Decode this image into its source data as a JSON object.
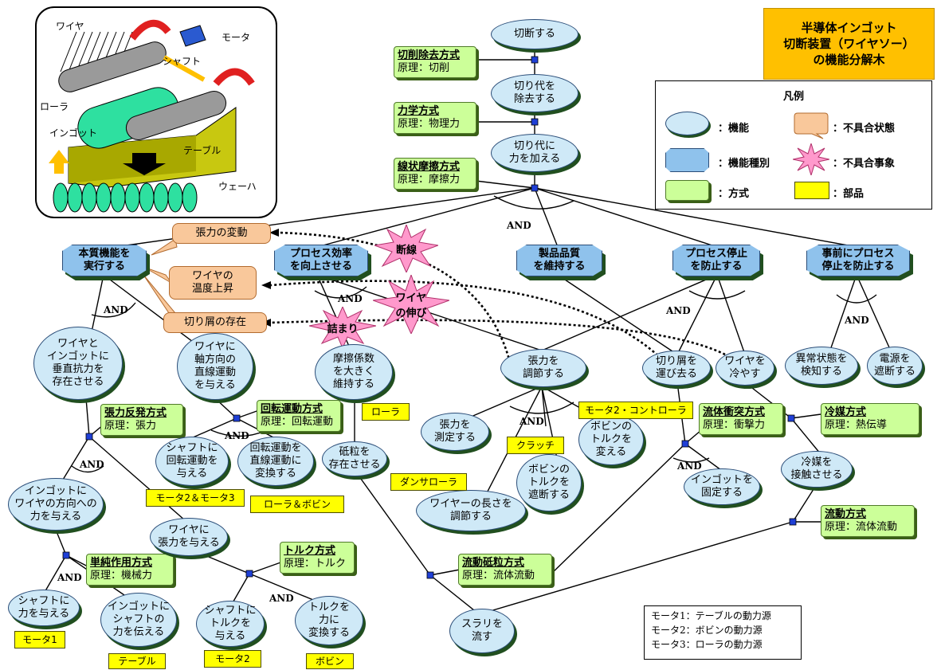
{
  "title": {
    "line1": "半導体インゴット",
    "line2": "切断装置（ワイヤソー）",
    "line3": "の機能分解木"
  },
  "legend": {
    "title": "凡例",
    "function": "：機能",
    "function_type": "：機能種別",
    "method": "：方式",
    "trouble_state": "：不具合状態",
    "trouble_event": "：不具合事象",
    "part": "：部品"
  },
  "illustration": {
    "wire": "ワイヤ",
    "motor": "モータ",
    "shaft": "シャフト",
    "roller": "ローラ",
    "ingot": "インゴット",
    "table": "テーブル",
    "wafer": "ウェーハ"
  },
  "and_label": "AND",
  "functions": {
    "cut": "切断する",
    "remove": "切り代を\n除去する",
    "apply_force": "切り代に\n力を加える",
    "vertical_drag": "ワイヤと\nインゴットに\n垂直抗力を\n存在させる",
    "axial_motion": "ワイヤに\n軸方向の\n直線運動\nを与える",
    "friction": "摩擦係数\nを大きく\n維持する",
    "tension_adjust": "張力を\n調節する",
    "chip_remove": "切り屑を\n運び去る",
    "wire_cool": "ワイヤを\n冷やす",
    "detect_abnormal": "異常状態を\n検知する",
    "cut_power": "電源を\n遮断する",
    "shaft_rotation": "シャフトに\n回転運動を\n与える",
    "convert_motion": "回転運動を\n直線運動に\n変換する",
    "abrasive_exist": "砥粒を\n存在させる",
    "tension_measure": "張力を\n測定する",
    "bobbin_change": "ボビンの\nトルクを\n変える",
    "bobbin_block": "ボビンの\nトルクを\n遮断する",
    "wire_length": "ワイヤーの長さを\n調節する",
    "coolant_contact": "冷媒を\n接触させる",
    "ingot_fix": "インゴットを\n固定する",
    "ingot_force": "インゴットに\nワイヤの方向への\n力を与える",
    "wire_tension": "ワイヤに\n張力を与える",
    "shaft_force": "シャフトに\n力を与える",
    "ingot_shaft": "インゴットに\nシャフトの\n力を伝える",
    "shaft_torque": "シャフトに\nトルクを\n与える",
    "torque_to_force": "トルクを\n力に\n変換する",
    "slurry": "スラリを\n流す"
  },
  "function_types": {
    "essential": "本質機能を\n実行する",
    "efficiency": "プロセス効率\nを向上させる",
    "quality": "製品品質\nを維持する",
    "stop": "プロセス停止\nを防止する",
    "pre_stop": "事前にプロセス\n停止を防止する"
  },
  "methods": [
    {
      "key": "m_cut",
      "title": "切削除去方式",
      "principle": "原理：切削"
    },
    {
      "key": "m_mech",
      "title": "力学方式",
      "principle": "原理：物理力"
    },
    {
      "key": "m_line",
      "title": "線状摩擦方式",
      "principle": "原理：摩擦力"
    },
    {
      "key": "m_tension",
      "title": "張力反発方式",
      "principle": "原理：張力"
    },
    {
      "key": "m_rotate",
      "title": "回転運動方式",
      "principle": "原理：回転運動"
    },
    {
      "key": "m_fluid_hit",
      "title": "流体衝突方式",
      "principle": "原理：衝撃力"
    },
    {
      "key": "m_coolant",
      "title": "冷媒方式",
      "principle": "原理：熱伝導"
    },
    {
      "key": "m_simple",
      "title": "単純作用方式",
      "principle": "原理：機械力"
    },
    {
      "key": "m_torque",
      "title": "トルク方式",
      "principle": "原理：トルク"
    },
    {
      "key": "m_slurry",
      "title": "流動砥粒方式",
      "principle": "原理：流体流動"
    },
    {
      "key": "m_flow",
      "title": "流動方式",
      "principle": "原理：流体流動"
    }
  ],
  "parts": {
    "roller": "ローラ",
    "motor2_ctrl": "モータ2・コントローラ",
    "clutch": "クラッチ",
    "dancer": "ダンサローラ",
    "motor23": "モータ2＆モータ3",
    "roller_bobbin": "ローラ＆ボビン",
    "motor1": "モータ1",
    "table": "テーブル",
    "motor2": "モータ2",
    "bobbin": "ボビン"
  },
  "troubles": {
    "tension_change": "張力の変動",
    "wire_temp": "ワイヤの\n温度上昇",
    "chips": "切り屑の存在"
  },
  "events": {
    "break": "断線",
    "stretch": "ワイヤ\nの伸び",
    "clog": "詰まり"
  },
  "motor_note": {
    "m1": "モータ1：テーブルの動力源",
    "m2": "モータ2：ボビンの動力源",
    "m3": "モータ3：ローラの動力源"
  },
  "colors": {
    "function": "#cfe9f7",
    "function_type": "#8fc2ec",
    "method": "#ccff99",
    "part": "#ffff00",
    "trouble": "#f9c89b",
    "event": "#ff99cc",
    "title": "#ffc000",
    "node_point": "#0000cc"
  }
}
